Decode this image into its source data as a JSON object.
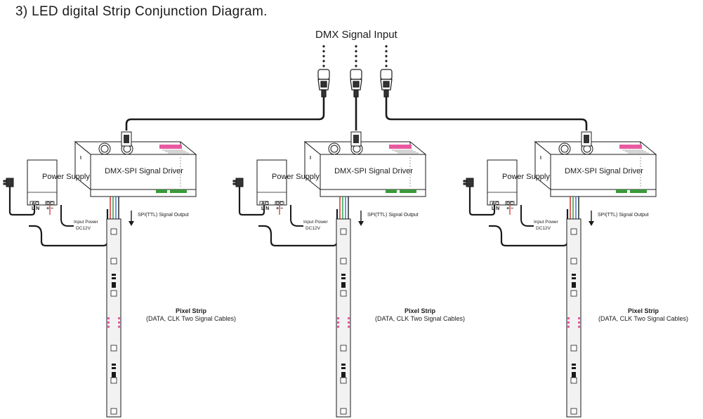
{
  "title": "3) LED digital Strip Conjunction Diagram.",
  "dmx_input_label": "DMX Signal Input",
  "units": [
    {
      "driver_label": "DMX-SPI Signal Driver",
      "power_supply_label": "Power Supply",
      "ac_label": "AC",
      "ac_terminals": "L N",
      "dc_label": "DC",
      "dc_terminals": "+ −",
      "input_power_label": "Input Power",
      "input_voltage": "DC12V",
      "signal_output_label": "SPI(TTL) Signal Output",
      "strip_label": "Pixel Strip",
      "strip_sublabel": "(DATA, CLK Two Signal Cables)"
    },
    {
      "driver_label": "DMX-SPI Signal Driver",
      "power_supply_label": "Power Supply",
      "ac_label": "AC",
      "ac_terminals": "L N",
      "dc_label": "DC",
      "dc_terminals": "+ −",
      "input_power_label": "Input Power",
      "input_voltage": "DC12V",
      "signal_output_label": "SPI(TTL) Signal Output",
      "strip_label": "Pixel Strip",
      "strip_sublabel": "(DATA, CLK Two Signal Cables)"
    },
    {
      "driver_label": "DMX-SPI Signal Driver",
      "power_supply_label": "Power Supply",
      "ac_label": "AC",
      "ac_terminals": "L N",
      "dc_label": "DC",
      "dc_terminals": "+ −",
      "input_power_label": "Input Power",
      "input_voltage": "DC12V",
      "signal_output_label": "SPI(TTL) Signal Output",
      "strip_label": "Pixel Strip",
      "strip_sublabel": "(DATA, CLK Two Signal Cables)"
    }
  ],
  "colors": {
    "line": "#1a1a1a",
    "device_fill": "#ffffff",
    "strip_fill": "#f2f2f2",
    "pixel_pink": "#e85aa0",
    "terminal_green": "#3a9a3a",
    "wire_red": "#d02020",
    "wire_green": "#1f9a3a",
    "wire_blue": "#2a6fd6"
  }
}
